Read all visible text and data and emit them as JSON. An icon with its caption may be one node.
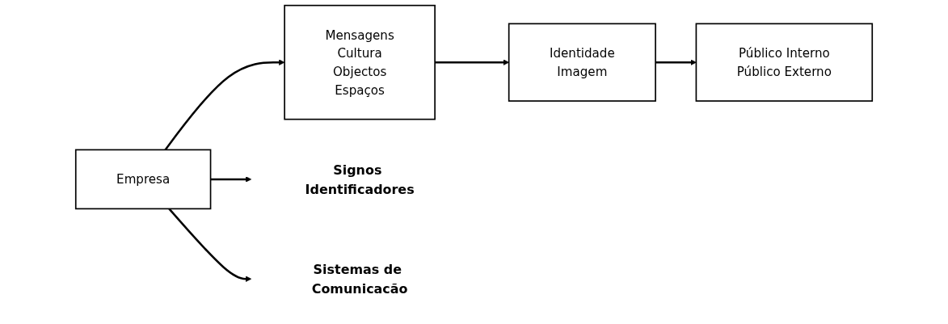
{
  "diagram": {
    "nodes": [
      {
        "text": [
          "Empresa"
        ]
      },
      {
        "text": [
          "Mensagens",
          "Cultura",
          "Objectos",
          "Espaços"
        ]
      },
      {
        "text": [
          "Identidade",
          "Imagem"
        ]
      },
      {
        "text": [
          "Público Interno",
          "Público Externo"
        ]
      },
      {
        "text": [
          "Signos Identificadores"
        ]
      },
      {
        "text": [
          "Sistemas de Comunicacão"
        ]
      }
    ],
    "edges": [
      {
        "from": 0,
        "to": 4,
        "arrow": "to"
      },
      {
        "from": 0,
        "to": 1,
        "arrow": "to"
      },
      {
        "from": 1,
        "to": 2,
        "arrow": "to"
      },
      {
        "from": 2,
        "to": 3,
        "arrow": "to"
      },
      {
        "from": 0,
        "to": 5,
        "arrow": "to"
      }
    ]
  }
}
